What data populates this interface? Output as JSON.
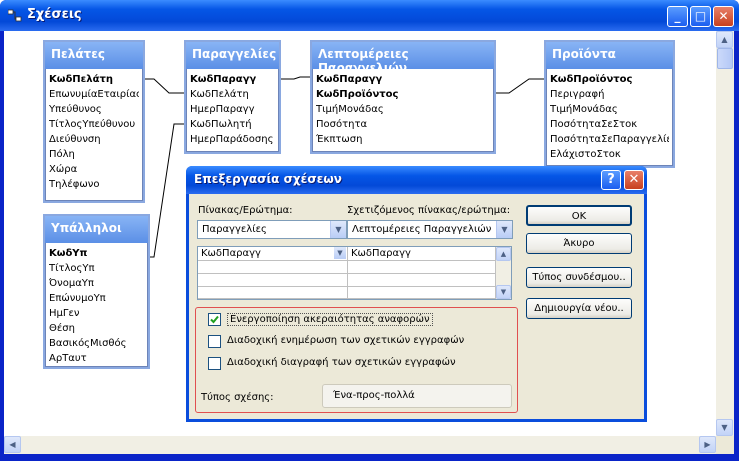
{
  "window": {
    "title": "Σχέσεις",
    "minimize": "_",
    "maximize": "□",
    "close": "✕"
  },
  "tables": [
    {
      "name": "Πελάτες",
      "fields": [
        {
          "label": "ΚωδΠελάτη",
          "key": true
        },
        {
          "label": "ΕπωνυμίαΕταιρίας",
          "key": false
        },
        {
          "label": "Υπεύθυνος",
          "key": false
        },
        {
          "label": "ΤίτλοςΥπεύθυνου",
          "key": false
        },
        {
          "label": "Διεύθυνση",
          "key": false
        },
        {
          "label": "Πόλη",
          "key": false
        },
        {
          "label": "Χώρα",
          "key": false
        },
        {
          "label": "Τηλέφωνο",
          "key": false
        }
      ]
    },
    {
      "name": "Παραγγελίες",
      "fields": [
        {
          "label": "ΚωδΠαραγγ",
          "key": true
        },
        {
          "label": "ΚωδΠελάτη",
          "key": false
        },
        {
          "label": "ΗμερΠαραγγ",
          "key": false
        },
        {
          "label": "ΚωδΠωλητή",
          "key": false
        },
        {
          "label": "ΗμερΠαράδοσης",
          "key": false
        }
      ]
    },
    {
      "name": "Λεπτομέρειες Παραγγελιών",
      "fields": [
        {
          "label": "ΚωδΠαραγγ",
          "key": true
        },
        {
          "label": "ΚωδΠροϊόντος",
          "key": true
        },
        {
          "label": "ΤιμήΜονάδας",
          "key": false
        },
        {
          "label": "Ποσότητα",
          "key": false
        },
        {
          "label": "Έκπτωση",
          "key": false
        }
      ]
    },
    {
      "name": "Προϊόντα",
      "fields": [
        {
          "label": "ΚωδΠροϊόντος",
          "key": true
        },
        {
          "label": "Περιγραφή",
          "key": false
        },
        {
          "label": "ΤιμήΜονάδας",
          "key": false
        },
        {
          "label": "ΠοσότηταΣεΣτοκ",
          "key": false
        },
        {
          "label": "ΠοσότηταΣεΠαραγγελίες",
          "key": false
        },
        {
          "label": "ΕλάχιστοΣτοκ",
          "key": false
        }
      ]
    },
    {
      "name": "Υπάλληλοι",
      "fields": [
        {
          "label": "ΚωδΥπ",
          "key": true
        },
        {
          "label": "ΤίτλοςΥπ",
          "key": false
        },
        {
          "label": "ΌνομαΥπ",
          "key": false
        },
        {
          "label": "ΕπώνυμοΥπ",
          "key": false
        },
        {
          "label": "ΗμΓεν",
          "key": false
        },
        {
          "label": "Θέση",
          "key": false
        },
        {
          "label": "ΒασικόςΜισθός",
          "key": false
        },
        {
          "label": "ΑρΤαυτ",
          "key": false
        }
      ]
    }
  ],
  "dialog": {
    "title": "Επεξεργασία σχέσεων",
    "help": "?",
    "close": "✕",
    "table_label": "Πίνακας/Ερώτημα:",
    "related_label": "Σχετιζόμενος πίνακας/ερώτημα:",
    "table_value": "Παραγγελίες",
    "related_value": "Λεπτομέρειες Παραγγελιών",
    "grid_rows": [
      [
        "ΚωδΠαραγγ",
        "ΚωδΠαραγγ"
      ],
      [
        "",
        ""
      ],
      [
        "",
        ""
      ],
      [
        "",
        ""
      ]
    ],
    "buttons": {
      "ok": "OK",
      "cancel": "Άκυρο",
      "join_type": "Τύπος συνδέσμου..",
      "create_new": "Δημιουργία νέου.."
    },
    "checks": [
      {
        "label": "Ενεργοποίηση ακεραιότητας αναφορών",
        "checked": true
      },
      {
        "label": "Διαδοχική ενημέρωση των σχετικών εγγραφών",
        "checked": false
      },
      {
        "label": "Διαδοχική διαγραφή των σχετικών εγγραφών",
        "checked": false
      }
    ],
    "rel_type_label": "Τύπος σχέσης:",
    "rel_type_value": "Ένα-προς-πολλά"
  },
  "colors": {
    "title_blue": "#0556e6",
    "table_header": "#6b9bea",
    "group_border": "#e05050",
    "checkmark": "#21a121"
  }
}
